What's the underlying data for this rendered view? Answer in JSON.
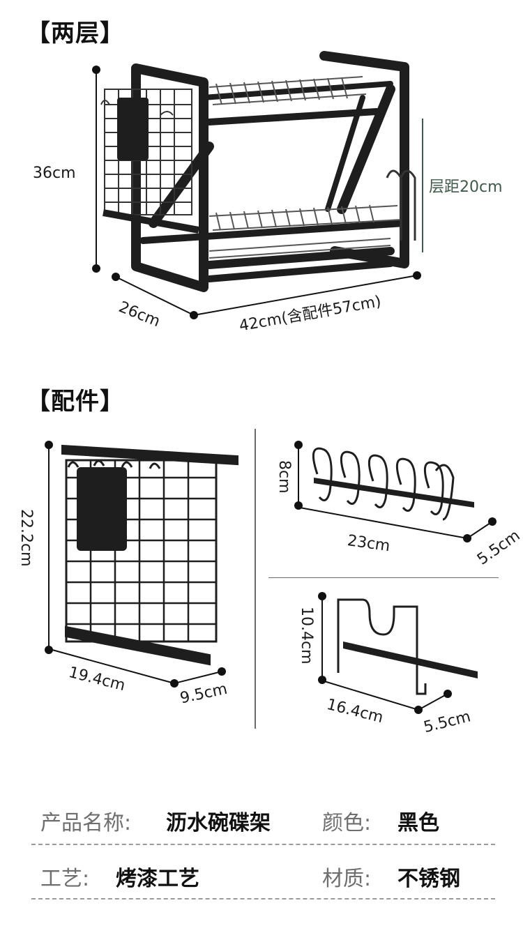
{
  "sections": {
    "two_tier_title": "【两层】",
    "accessories_title": "【配件】"
  },
  "main_rack": {
    "height": "36cm",
    "depth": "26cm",
    "width": "42cm(含配件57cm)",
    "tier_spacing": "层距20cm"
  },
  "utensil_holder": {
    "height": "22.2cm",
    "width": "19.4cm",
    "depth": "9.5cm"
  },
  "lid_rack": {
    "height": "8cm",
    "width": "23cm",
    "depth": "5.5cm"
  },
  "board_rack": {
    "height": "10.4cm",
    "width": "16.4cm",
    "depth": "5.5cm"
  },
  "specs": {
    "name_label": "产品名称:",
    "name_value": "沥水碗碟架",
    "color_label": "颜色:",
    "color_value": "黑色",
    "craft_label": "工艺:",
    "craft_value": "烤漆工艺",
    "material_label": "材质:",
    "material_value": "不锈钢"
  },
  "colors": {
    "product_black": "#1e1e1e",
    "tier_label_green": "#3f5a4c"
  }
}
